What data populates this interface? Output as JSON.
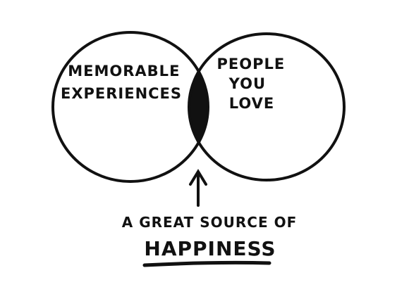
{
  "diagram": {
    "type": "venn",
    "sets": [
      {
        "label_lines": [
          "MEMORABLE",
          "EXPERIENCES"
        ]
      },
      {
        "label_lines": [
          "PEOPLE",
          "YOU",
          "LOVE"
        ]
      }
    ],
    "intersection_fill": "#111111",
    "annotation": {
      "line1": "A GREAT SOURCE OF",
      "line2": "HAPPINESS"
    },
    "colors": {
      "ink": "#111111",
      "background": "#ffffff"
    }
  }
}
